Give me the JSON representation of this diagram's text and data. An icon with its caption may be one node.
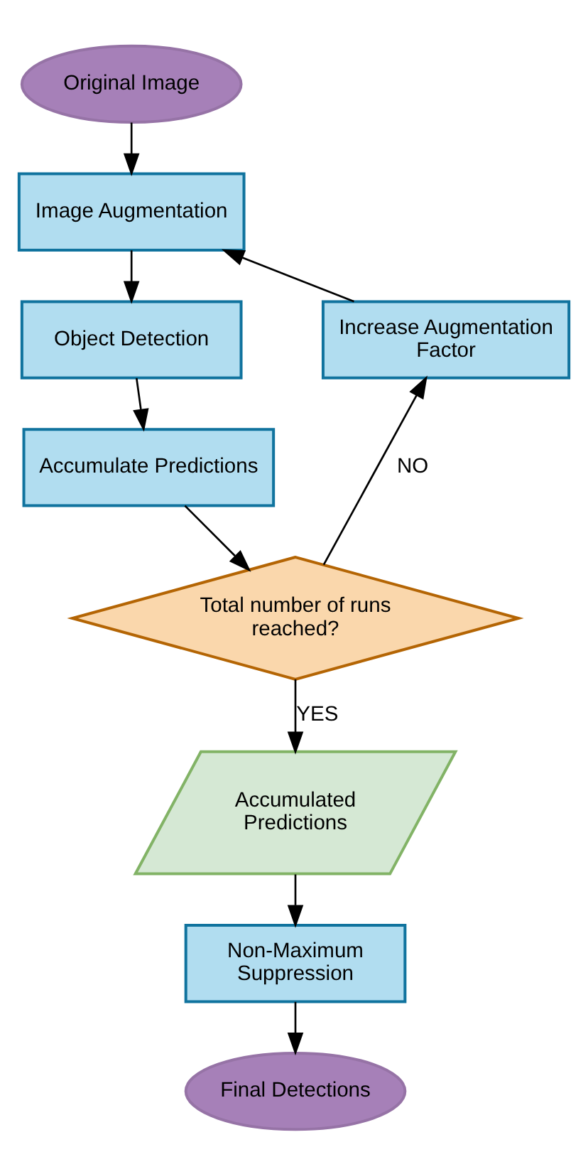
{
  "diagram": {
    "nodes": [
      {
        "text": [
          "Original Image"
        ]
      },
      {
        "text": [
          "Image Augmentation"
        ]
      },
      {
        "text": [
          "Object Detection"
        ]
      },
      {
        "text": [
          "Accumulate Predictions"
        ]
      },
      {
        "text": [
          "Total number of runs reached?"
        ]
      },
      {
        "text": [
          "Increase Augmentation Factor"
        ]
      },
      {
        "text": [
          "Accumulated Predictions"
        ]
      },
      {
        "text": [
          "Non-Maximum Suppression"
        ]
      },
      {
        "text": [
          "Final Detections"
        ]
      }
    ],
    "edges": [
      {
        "from": 0,
        "to": 1,
        "arrow": "to"
      },
      {
        "from": 1,
        "to": 2,
        "arrow": "to"
      },
      {
        "from": 2,
        "to": 3,
        "arrow": "to"
      },
      {
        "from": 3,
        "to": 4,
        "arrow": "to"
      },
      {
        "from": 4,
        "to": 5,
        "arrow": "to",
        "label": "NO"
      },
      {
        "from": 5,
        "to": 1,
        "arrow": "to"
      },
      {
        "from": 4,
        "to": 6,
        "arrow": "to",
        "label": "YES"
      },
      {
        "from": 6,
        "to": 7,
        "arrow": "to"
      },
      {
        "from": 7,
        "to": 8,
        "arrow": "to"
      }
    ]
  }
}
